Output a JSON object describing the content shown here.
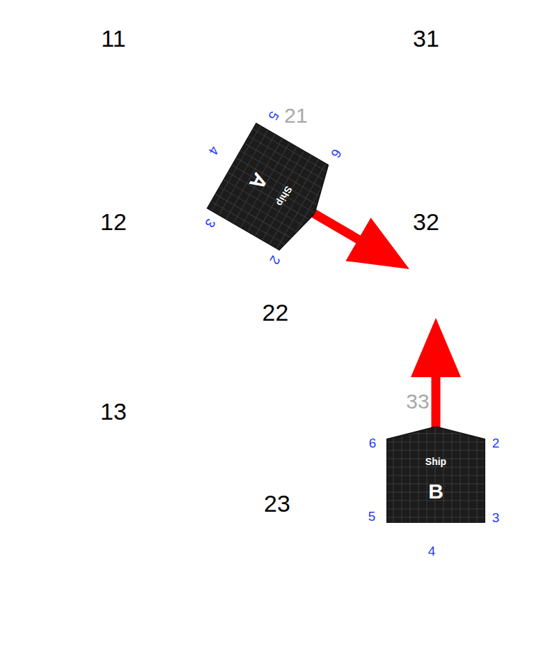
{
  "diagram": {
    "nodes": [
      {
        "text": [
          "11"
        ]
      },
      {
        "text": [
          "31"
        ]
      },
      {
        "text": [
          "21"
        ]
      },
      {
        "text": [
          "Ship",
          "A"
        ],
        "in": 2
      },
      {
        "text": [
          "12"
        ]
      },
      {
        "text": [
          "32"
        ]
      },
      {
        "text": [
          "22"
        ]
      },
      {
        "text": [
          "13"
        ]
      },
      {
        "text": [
          "33"
        ]
      },
      {
        "text": [
          "Ship",
          "B"
        ],
        "in": 8
      },
      {
        "text": [
          "23"
        ]
      }
    ],
    "edges": [
      {
        "from": 3,
        "to": 5,
        "arrow": "to"
      },
      {
        "from": 9,
        "to": 5,
        "arrow": "to"
      }
    ],
    "labels": [
      "5",
      "6",
      "4",
      "3",
      "2",
      "6",
      "2",
      "5",
      "3",
      "4"
    ]
  }
}
